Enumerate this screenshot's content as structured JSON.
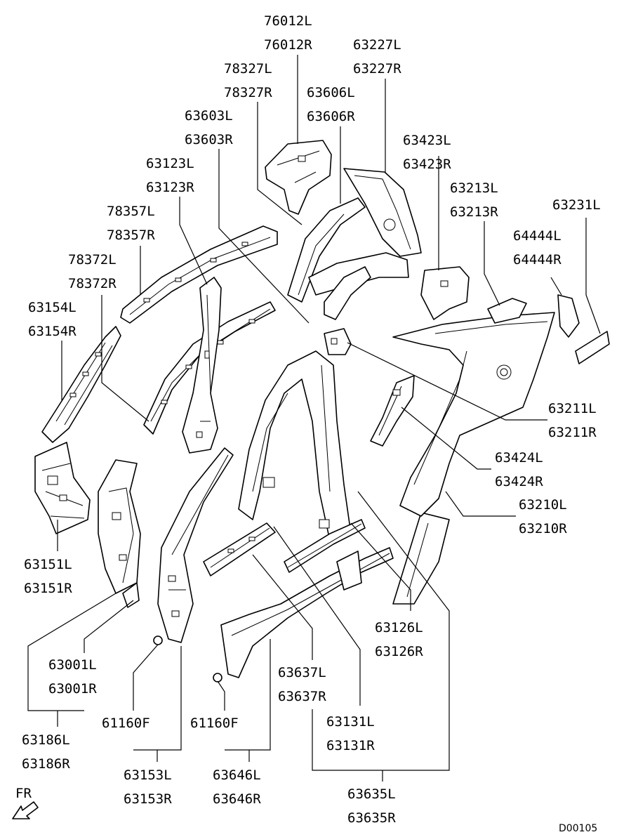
{
  "diagram": {
    "labels": {
      "p76012L": "76012L",
      "p76012R": "76012R",
      "p63227L": "63227L",
      "p63227R": "63227R",
      "p78327L": "78327L",
      "p78327R": "78327R",
      "p63606L": "63606L",
      "p63606R": "63606R",
      "p63603L": "63603L",
      "p63603R": "63603R",
      "p63423L": "63423L",
      "p63423R": "63423R",
      "p63123L": "63123L",
      "p63123R": "63123R",
      "p63213L": "63213L",
      "p63213R": "63213R",
      "p63231L": "63231L",
      "p78357L": "78357L",
      "p78357R": "78357R",
      "p64444L": "64444L",
      "p64444R": "64444R",
      "p78372L": "78372L",
      "p78372R": "78372R",
      "p63154L": "63154L",
      "p63154R": "63154R",
      "p63211L": "63211L",
      "p63211R": "63211R",
      "p63424L": "63424L",
      "p63424R": "63424R",
      "p63210L": "63210L",
      "p63210R": "63210R",
      "p63151L": "63151L",
      "p63151R": "63151R",
      "p63126L": "63126L",
      "p63126R": "63126R",
      "p63001L": "63001L",
      "p63001R": "63001R",
      "p63637L": "63637L",
      "p63637R": "63637R",
      "p61160F_a": "61160F",
      "p61160F_b": "61160F",
      "p63131L": "63131L",
      "p63131R": "63131R",
      "p63186L": "63186L",
      "p63186R": "63186R",
      "p63153L": "63153L",
      "p63153R": "63153R",
      "p63646L": "63646L",
      "p63646R": "63646R",
      "p63635L": "63635L",
      "p63635R": "63635R"
    },
    "direction_label": "FR",
    "figure_code": "D00105"
  }
}
